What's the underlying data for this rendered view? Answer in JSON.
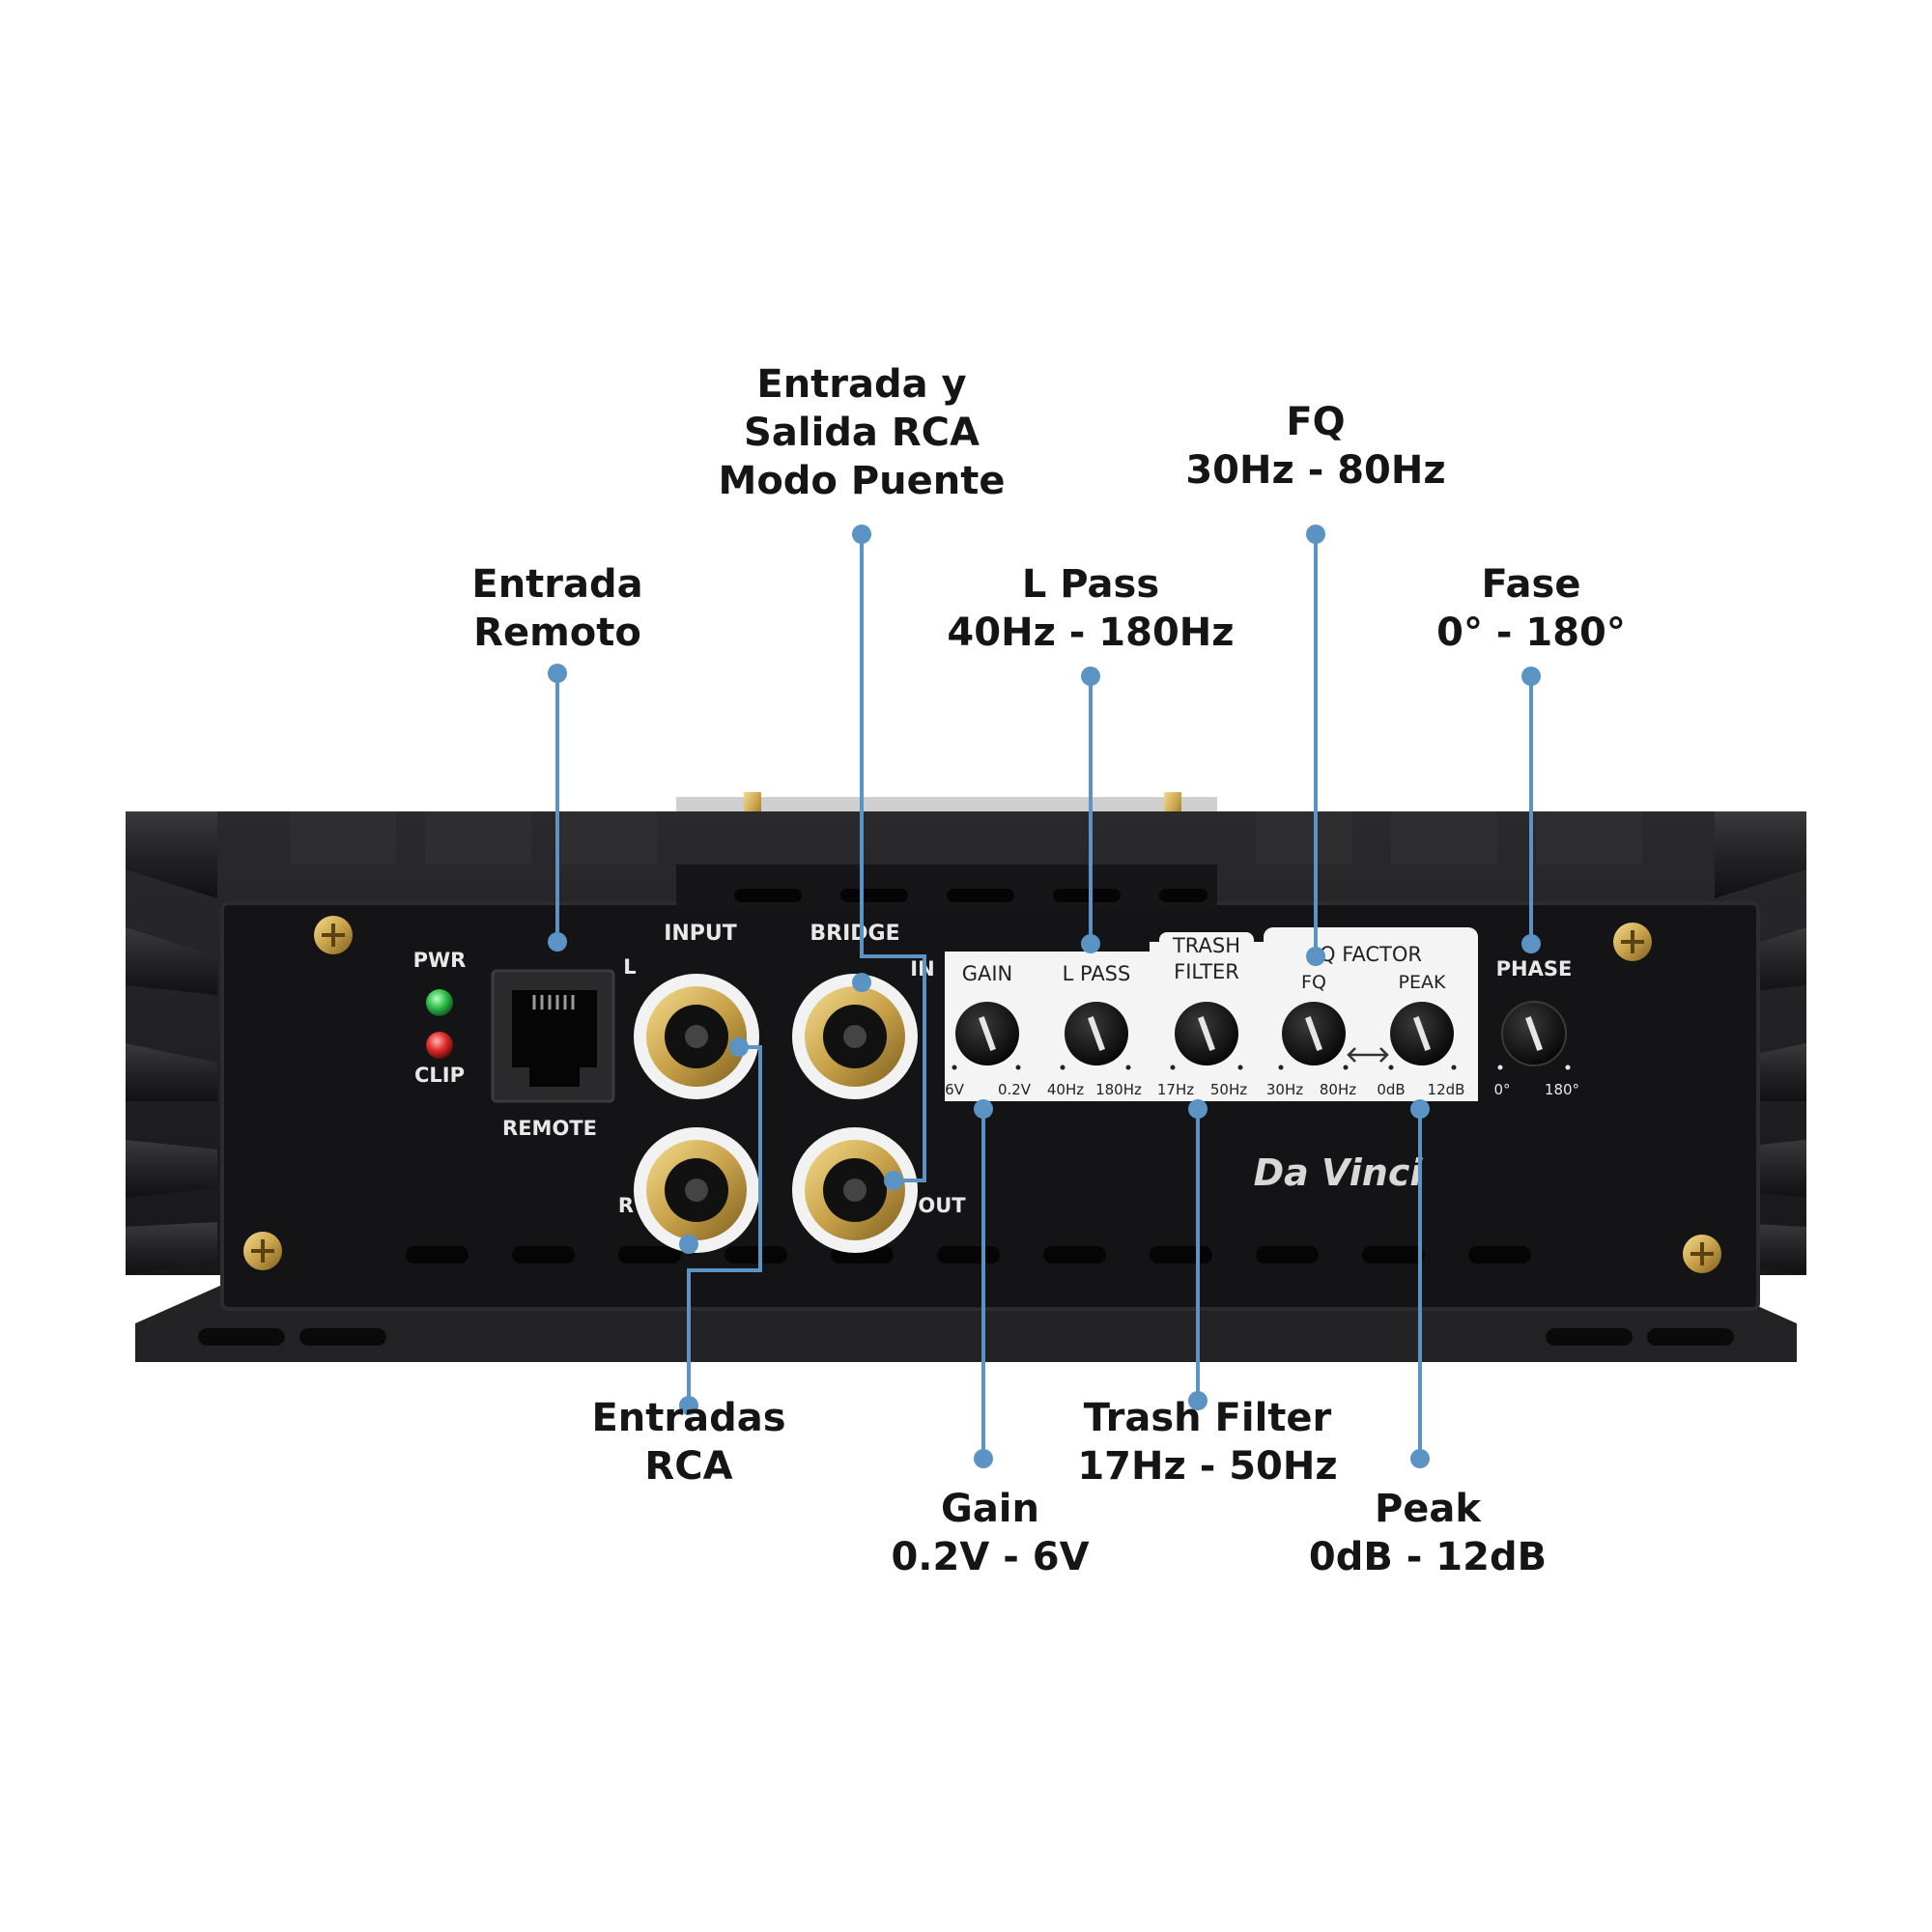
{
  "colors": {
    "accent": "#5b94c4",
    "chassis": "#1d1d1f",
    "panel": "#151517",
    "label_panel": "#f4f4f4",
    "gold": "#c9a24a",
    "led_pwr": "#2fbf4a",
    "led_clip": "#e02a2a"
  },
  "callouts": {
    "entrada_puente": [
      "Entrada y",
      "Salida RCA",
      "Modo Puente"
    ],
    "fq": [
      "FQ",
      "30Hz - 80Hz"
    ],
    "entrada_remoto": [
      "Entrada",
      "Remoto"
    ],
    "l_pass": [
      "L Pass",
      "40Hz - 180Hz"
    ],
    "fase": [
      "Fase",
      "0° - 180°"
    ],
    "entradas_rca": [
      "Entradas",
      "RCA"
    ],
    "trash_filter": [
      "Trash Filter",
      "17Hz - 50Hz"
    ],
    "gain": [
      "Gain",
      "0.2V - 6V"
    ],
    "peak": [
      "Peak",
      "0dB - 12dB"
    ]
  },
  "panel": {
    "pwr": "PWR",
    "clip": "CLIP",
    "remote": "REMOTE",
    "input": "INPUT",
    "bridge": "BRIDGE",
    "l": "L",
    "r": "R",
    "in": "IN",
    "out": "OUT",
    "gain": "GAIN",
    "lpass": "L PASS",
    "trash": "TRASH",
    "filter": "FILTER",
    "qfactor": "Q FACTOR",
    "fq": "FQ",
    "peak": "PEAK",
    "phase": "PHASE",
    "gain_min": "6V",
    "gain_max": "0.2V",
    "lpass_min": "40Hz",
    "lpass_max": "180Hz",
    "trash_min": "17Hz",
    "trash_max": "50Hz",
    "fq_min": "30Hz",
    "fq_max": "80Hz",
    "peak_min": "0dB",
    "peak_max": "12dB",
    "phase_min": "0°",
    "phase_max": "180°",
    "brand": "Da Vinci"
  }
}
